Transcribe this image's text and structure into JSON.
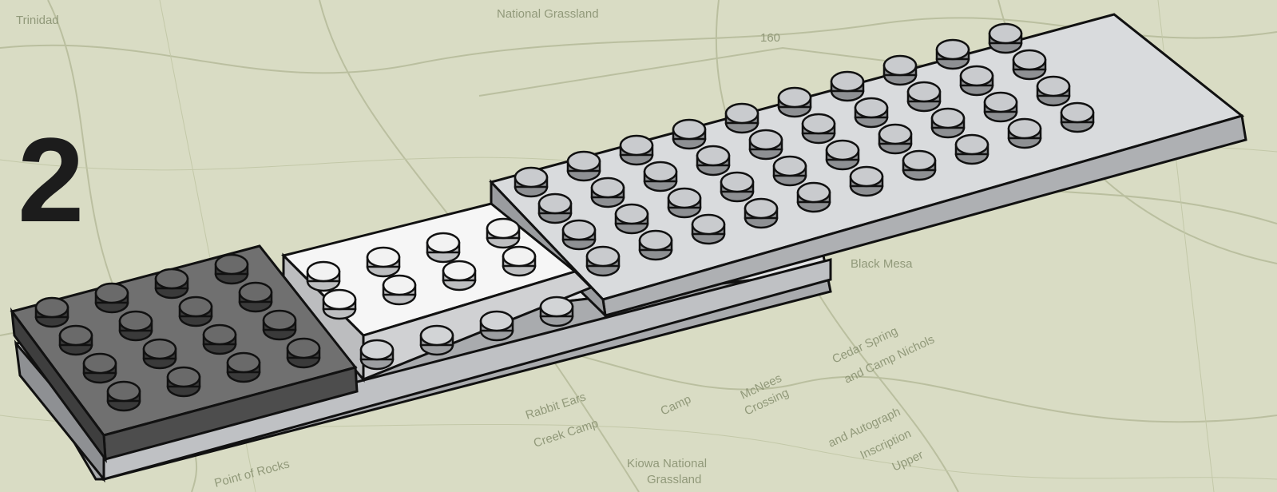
{
  "step": {
    "number": "2"
  },
  "map_labels": {
    "grassland_top": "National Grassland",
    "trinidad": "Trinidad",
    "route": "160",
    "black_mesa": "Black Mesa",
    "rabbit_ears": "Rabbit Ears",
    "creek_camp": "Creek Camp",
    "point_of_rocks": "Point of Rocks",
    "kiowa": "Kiowa National",
    "grassland_bottom": "Grassland",
    "cedar_spring": "Cedar Spring",
    "and_camp": "and Camp Nichols",
    "autograph": "and Autograph",
    "inscription": "Inscription",
    "upper": "Upper",
    "crossing": "Crossing",
    "mcnees": "McNees",
    "camp": "Camp"
  },
  "colors": {
    "map_background": "#d9dcc4",
    "map_lines": "#a8ae8c",
    "dark_plate": "#6b6b6b",
    "white_plate": "#f4f4f4",
    "light_plate": "#d6d8da",
    "base_plate": "#c9cbce",
    "outline": "#111111"
  },
  "pieces": [
    {
      "name": "dark-gray-plate",
      "studs": "4x4",
      "color": "dark gray"
    },
    {
      "name": "white-plate",
      "studs": "2x4",
      "color": "white"
    },
    {
      "name": "light-gray-plate",
      "studs": "4x10",
      "color": "light gray"
    },
    {
      "name": "base-plate",
      "studs": "2x16",
      "color": "light gray"
    }
  ]
}
